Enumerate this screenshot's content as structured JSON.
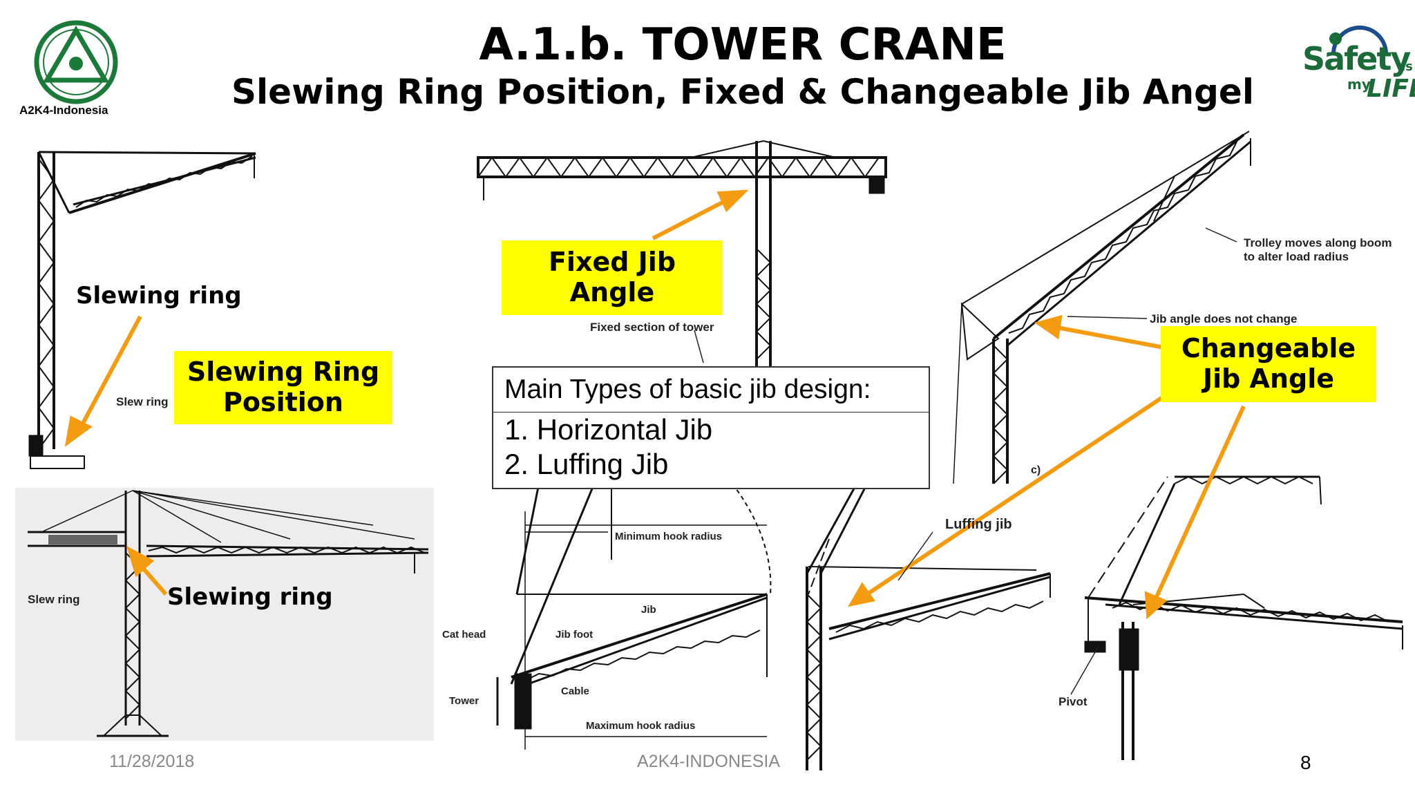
{
  "header": {
    "title": "A.1.b. TOWER CRANE",
    "subtitle": "Slewing Ring Position, Fixed & Changeable Jib Angel",
    "logo_caption": "A2K4-Indonesia"
  },
  "safety_logo": {
    "word1": "Safety",
    "word2": "is",
    "word3": "my",
    "word4": "LIFE"
  },
  "callouts": {
    "slewing_ring_position": "Slewing Ring\nPosition",
    "fixed_jib_angle": "Fixed Jib\nAngle",
    "changeable_jib_angle": "Changeable\nJib Angle"
  },
  "labels": {
    "slewing_ring_top": "Slewing ring",
    "slewing_ring_bottom": "Slewing ring",
    "slew_ring_small_1": "Slew ring",
    "slew_ring_small_2": "Slew ring",
    "fixed_section": "Fixed section of tower",
    "trolley_moves": "Trolley moves along boom\nto alter load radius",
    "jib_angle_not_change": "Jib angle does not change",
    "luffing_jib_label": "Luffing jib",
    "pivot": "Pivot",
    "min_hook_radius": "Minimum hook radius",
    "max_hook_radius": "Maximum hook radius",
    "jib": "Jib",
    "jib_foot": "Jib foot",
    "cat_head": "Cat head",
    "cable": "Cable",
    "tower": "Tower",
    "cj": "c)"
  },
  "types_box": {
    "heading": "Main Types of basic jib design:",
    "items": [
      "1.  Horizontal Jib",
      "2.  Luffing Jib"
    ]
  },
  "footer": {
    "date": "11/28/2018",
    "center": "A2K4-INDONESIA",
    "page": "8"
  },
  "colors": {
    "highlight": "#ffff00",
    "arrow": "#f39c12",
    "logo_green": "#1b6b3a",
    "footer_gray": "#888888"
  }
}
